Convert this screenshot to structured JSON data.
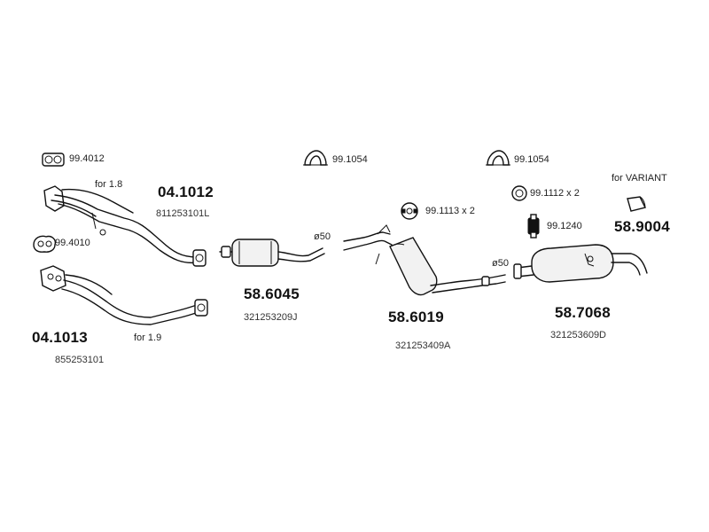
{
  "parts": {
    "front_pipe_a": {
      "number": "04.1012",
      "oe_code": "811253101L",
      "note": "for 1.8"
    },
    "front_pipe_b": {
      "number": "04.1013",
      "oe_code": "855253101",
      "note": "for 1.9"
    },
    "front_muffler": {
      "number": "58.6045",
      "oe_code": "321253209J",
      "diameter": "ø50"
    },
    "middle_muffler": {
      "number": "58.6019",
      "oe_code": "321253409A",
      "diameter": "ø50"
    },
    "rear_muffler": {
      "number": "58.7068",
      "oe_code": "321253609D"
    },
    "tail_pipe": {
      "number": "58.9004",
      "note": "for VARIANT"
    }
  },
  "accessories": {
    "gasket_top": "99.4012",
    "gasket_flange": "99.4010",
    "clamp_1": "99.1054",
    "clamp_2": "99.1054",
    "hanger_rubber": "99.1113 x 2",
    "ring": "99.1112 x 2",
    "mount": "99.1240"
  }
}
